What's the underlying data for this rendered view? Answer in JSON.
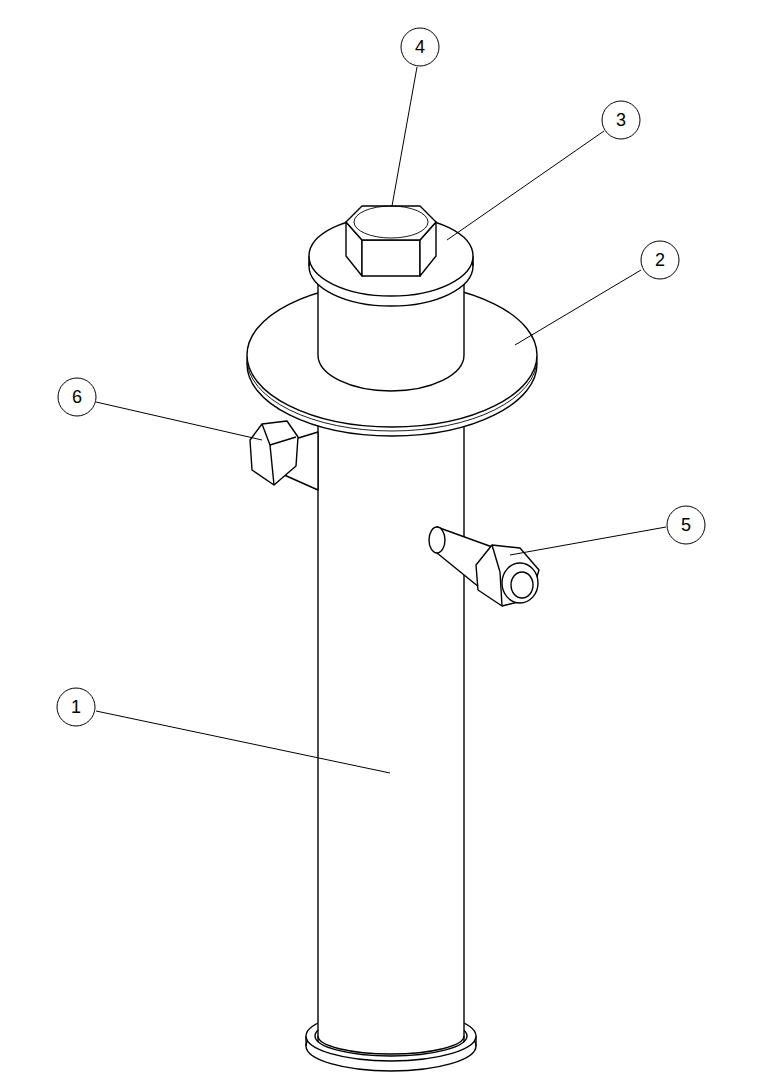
{
  "diagram": {
    "labels": [
      "4",
      "3",
      "2",
      "6",
      "5",
      "1"
    ]
  }
}
